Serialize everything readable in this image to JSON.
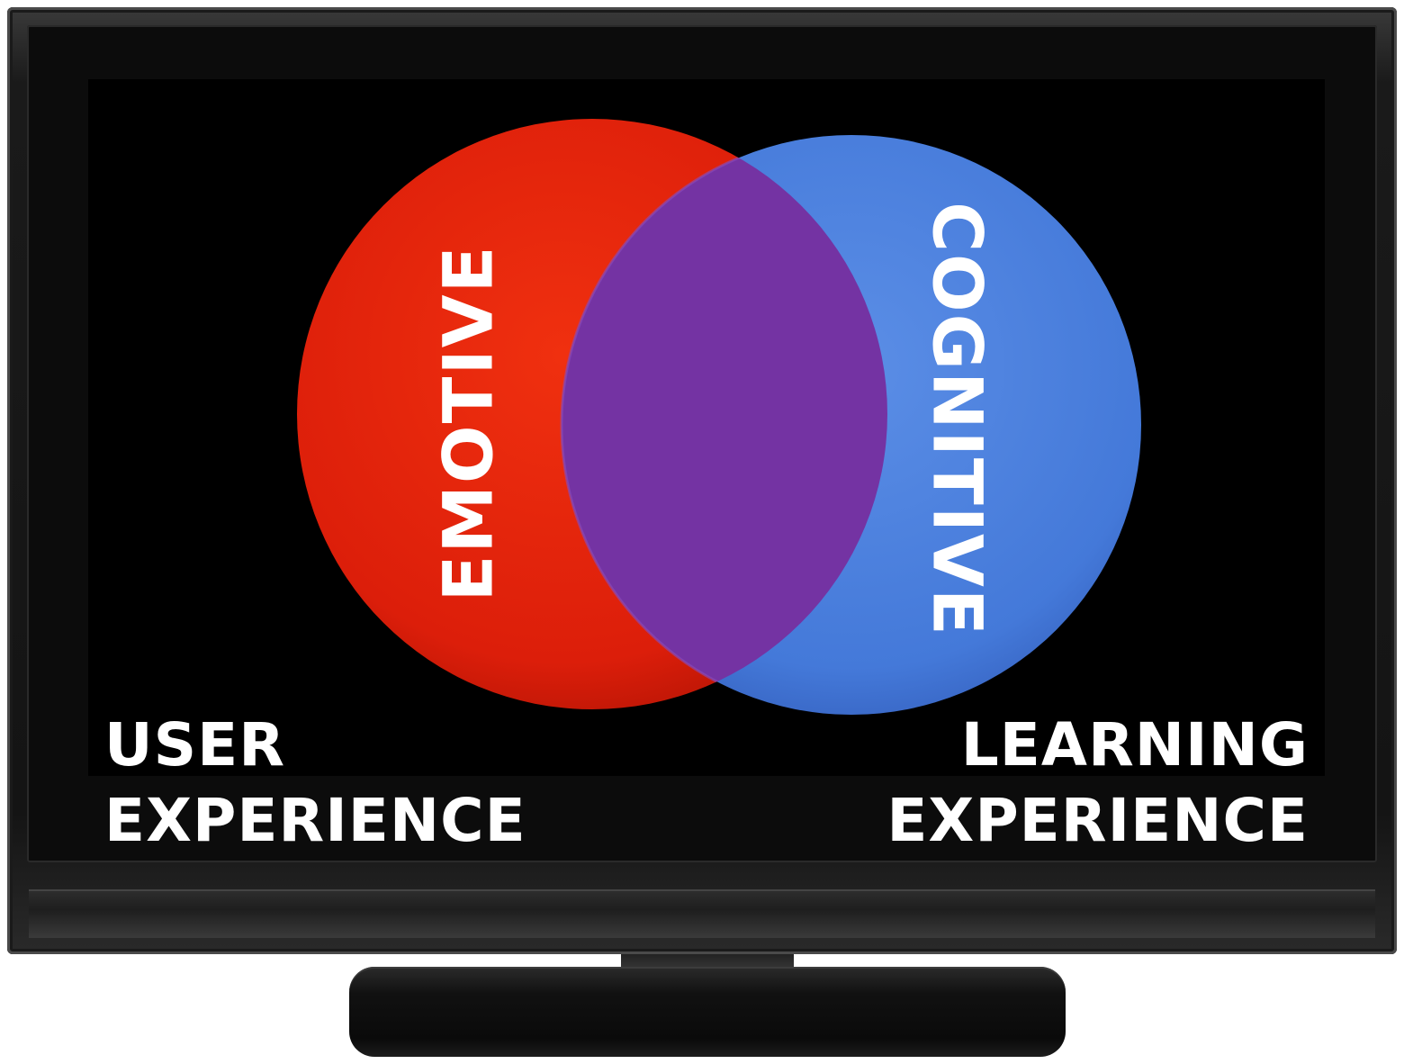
{
  "diagram": {
    "left_circle": {
      "label": "EMOTIVE",
      "color": "#e21f0d"
    },
    "right_circle": {
      "label": "COGNITIVE",
      "color": "#4a7fdc"
    },
    "overlap_color": "#7433a3"
  },
  "captions": {
    "left": {
      "line1": "USER",
      "line2": "EXPERIENCE"
    },
    "right": {
      "line1": "LEARNING",
      "line2": "EXPERIENCE"
    }
  }
}
